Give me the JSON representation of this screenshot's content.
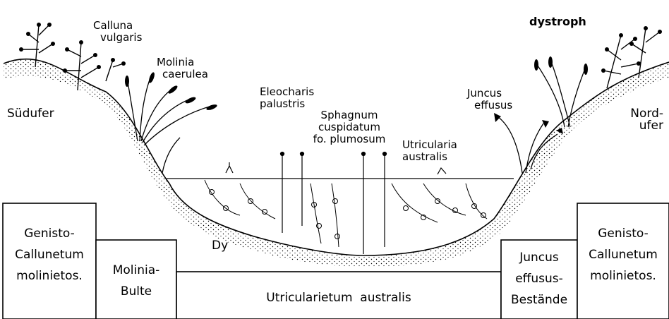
{
  "header": {
    "lake_type": "dystroph"
  },
  "shores": {
    "south": "Südufer",
    "north_line1": "Nord-",
    "north_line2": "ufer"
  },
  "species": {
    "calluna": [
      "Calluna",
      "vulgaris"
    ],
    "molinia": [
      "Molinia",
      "caerulea"
    ],
    "eleocharis": [
      "Eleocharis",
      "palustris"
    ],
    "sphagnum": [
      "Sphagnum",
      "cuspidatum",
      "fo. plumosum"
    ],
    "juncus": [
      "Juncus",
      "effusus"
    ],
    "utricularia": [
      "Utricularia",
      "australis"
    ]
  },
  "sediment": {
    "label": "Dy"
  },
  "communities": {
    "left_genisto": [
      "Genisto-",
      "Callunetum",
      "molinietos."
    ],
    "molinia_bulte": [
      "Molinia-",
      "Bulte"
    ],
    "utricularietum": "Utricularietum  australis",
    "juncus_bestaende": [
      "Juncus",
      "effusus-",
      "Bestände"
    ],
    "right_genisto": [
      "Genisto-",
      "Callunetum",
      "molinietos."
    ]
  }
}
